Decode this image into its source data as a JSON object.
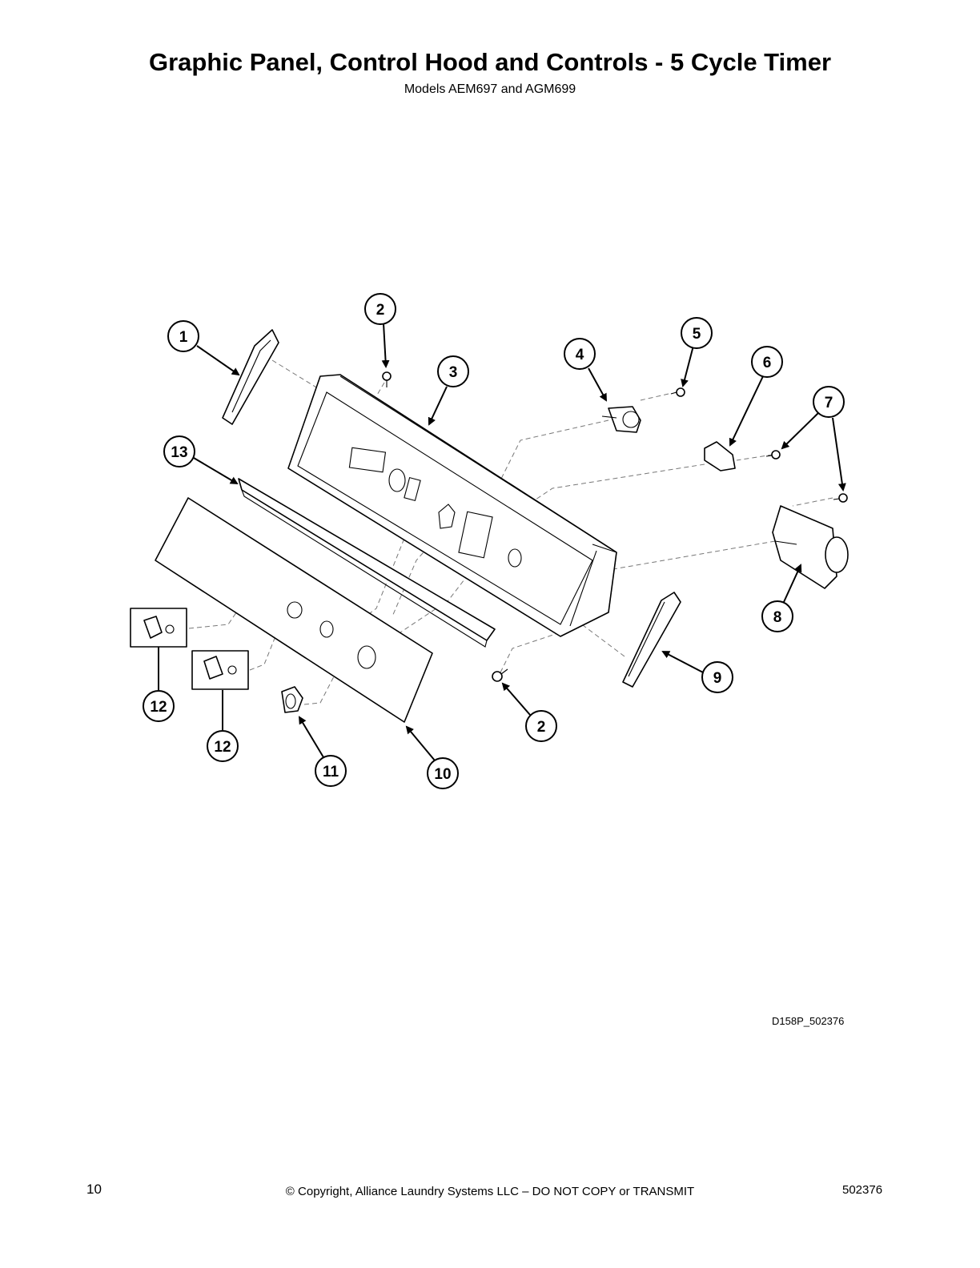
{
  "header": {
    "title": "Graphic Panel, Control Hood and Controls - 5 Cycle Timer",
    "subtitle": "Models AEM697 and AGM699"
  },
  "diagram": {
    "figure_id": "D158P_502376",
    "callouts": [
      "1",
      "2",
      "3",
      "4",
      "5",
      "6",
      "7",
      "13",
      "8",
      "9",
      "12",
      "12",
      "2",
      "11",
      "10"
    ]
  },
  "footer": {
    "page_number": "10",
    "copyright": "© Copyright, Alliance Laundry Systems LLC – DO NOT COPY or TRANSMIT",
    "document_number": "502376"
  },
  "colors": {
    "ink": "#000000",
    "dash": "#777777",
    "background": "#ffffff"
  }
}
